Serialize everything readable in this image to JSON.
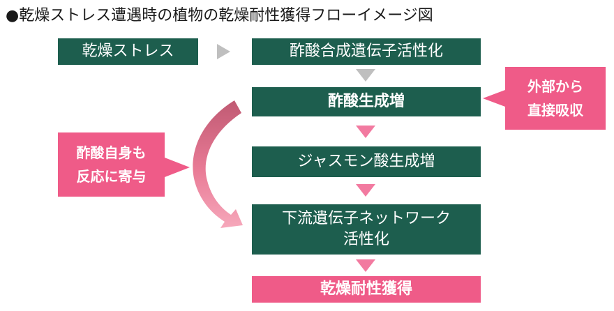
{
  "title": "●乾燥ストレス遭遇時の植物の乾燥耐性獲得フローイメージ図",
  "nodes": {
    "stress": "乾燥ストレス",
    "gene_activation": "酢酸合成遺伝子活性化",
    "acetic_increase": "酢酸生成増",
    "jasmonic_increase": "ジャスモン酸生成増",
    "network_line1": "下流遺伝子ネットワーク",
    "network_line2": "活性化",
    "tolerance": "乾燥耐性獲得"
  },
  "callouts": {
    "external_line1": "外部から",
    "external_line2": "直接吸収",
    "self_line1": "酢酸自身も",
    "self_line2": "反応に寄与"
  },
  "colors": {
    "box_green": "#1d5e4e",
    "accent_pink": "#ef5b88",
    "gray_arrow": "#bfbfbf"
  }
}
